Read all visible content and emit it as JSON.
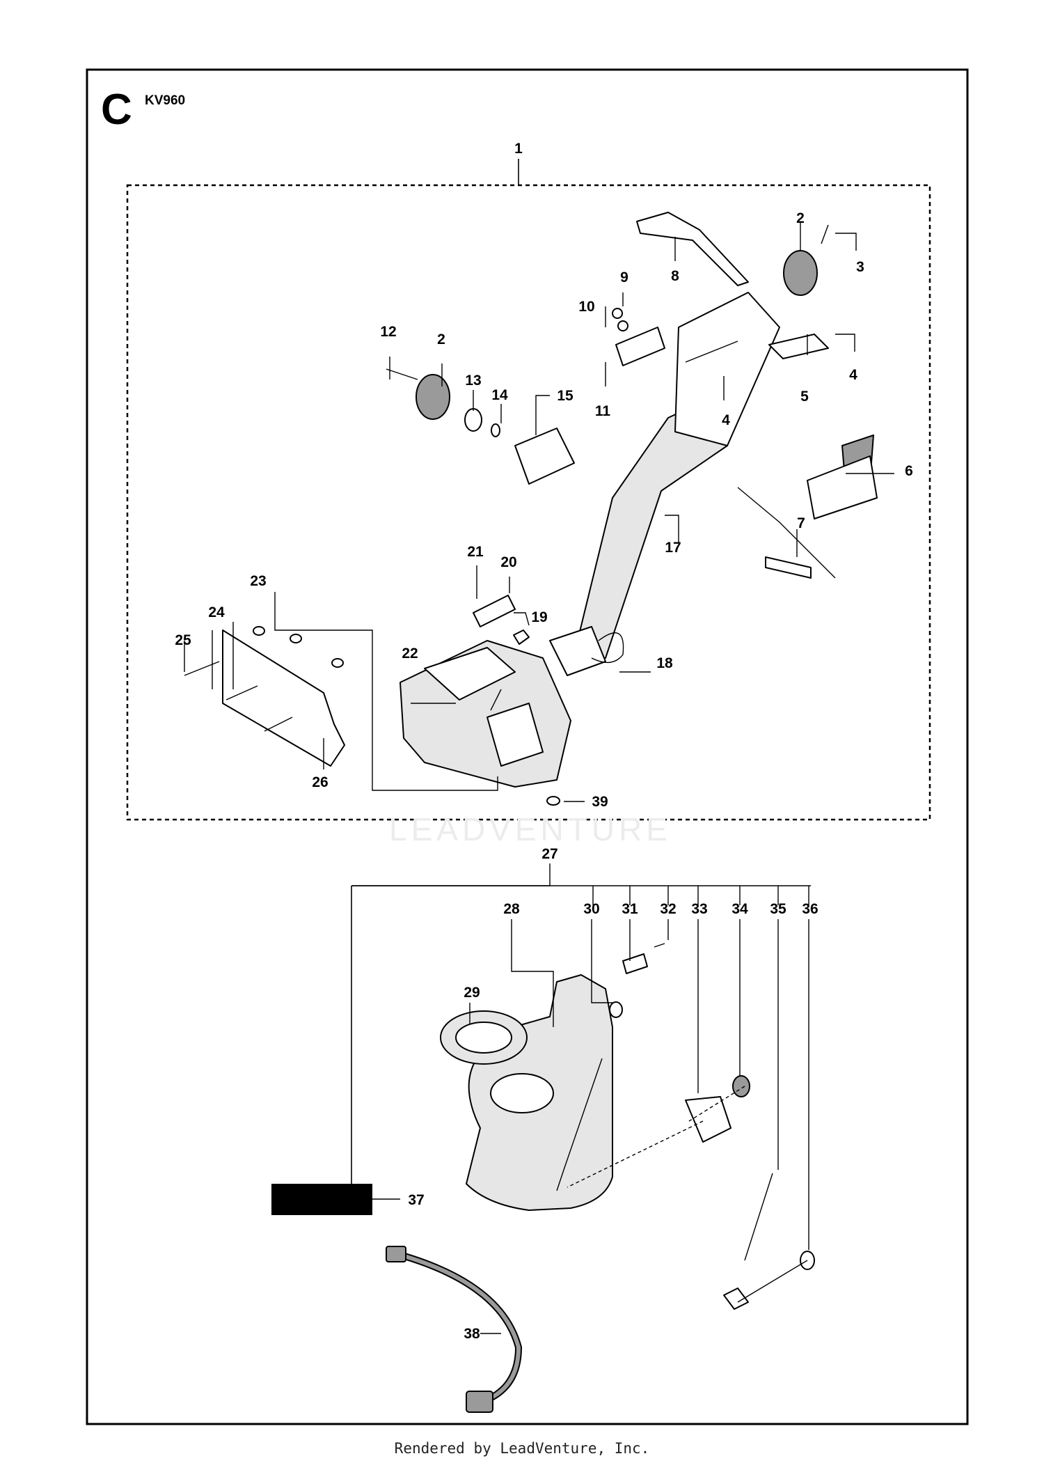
{
  "section": {
    "letter": "C",
    "model": "KV960"
  },
  "watermark": "LEADVENTURE",
  "footer": "Rendered by LeadVenture, Inc.",
  "callouts": {
    "c1": "1",
    "c2a": "2",
    "c2b": "2",
    "c3": "3",
    "c4a": "4",
    "c4b": "4",
    "c5": "5",
    "c6": "6",
    "c7": "7",
    "c8": "8",
    "c9": "9",
    "c10": "10",
    "c11": "11",
    "c12": "12",
    "c13": "13",
    "c14": "14",
    "c15": "15",
    "c17": "17",
    "c18": "18",
    "c19": "19",
    "c20": "20",
    "c21": "21",
    "c22": "22",
    "c23": "23",
    "c24": "24",
    "c25": "25",
    "c26": "26",
    "c27": "27",
    "c28": "28",
    "c29": "29",
    "c30": "30",
    "c31": "31",
    "c32": "32",
    "c33": "33",
    "c34": "34",
    "c35": "35",
    "c36": "36",
    "c37": "37",
    "c38": "38",
    "c39": "39"
  }
}
